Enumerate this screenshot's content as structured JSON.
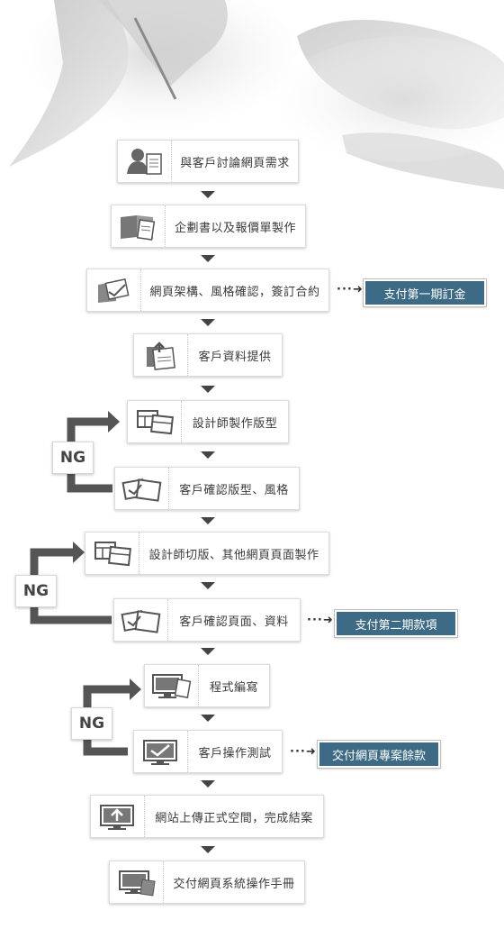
{
  "steps": [
    {
      "label": "與客戶討論網頁需求",
      "icon": "person-document-icon"
    },
    {
      "label": "企劃書以及報價單製作",
      "icon": "open-book-document-icon"
    },
    {
      "label": "網頁架構、風格確認，簽訂合約",
      "icon": "signed-document-icon"
    },
    {
      "label": "客戶資料提供",
      "icon": "upload-documents-icon"
    },
    {
      "label": "設計師製作版型",
      "icon": "layout-frames-icon"
    },
    {
      "label": "客戶確認版型、風格",
      "icon": "layout-check-icon"
    },
    {
      "label": "設計師切版、其他網頁頁面製作",
      "icon": "layout-frames-icon"
    },
    {
      "label": "客戶確認頁面、資料",
      "icon": "layout-check-icon"
    },
    {
      "label": "程式編寫",
      "icon": "monitor-document-icon"
    },
    {
      "label": "客戶操作測試",
      "icon": "monitor-check-icon"
    },
    {
      "label": "網站上傳正式空間，完成結案",
      "icon": "monitor-upload-icon"
    },
    {
      "label": "交付網頁系統操作手冊",
      "icon": "monitor-manual-icon"
    }
  ],
  "payments": [
    "支付第一期訂金",
    "支付第二期款項",
    "交付網頁專案餘款"
  ],
  "ng_label": "NG",
  "connector": "⋯➜",
  "colors": {
    "payment_bg": "#3d6b85",
    "arrow": "#444444",
    "loop": "#555555"
  }
}
